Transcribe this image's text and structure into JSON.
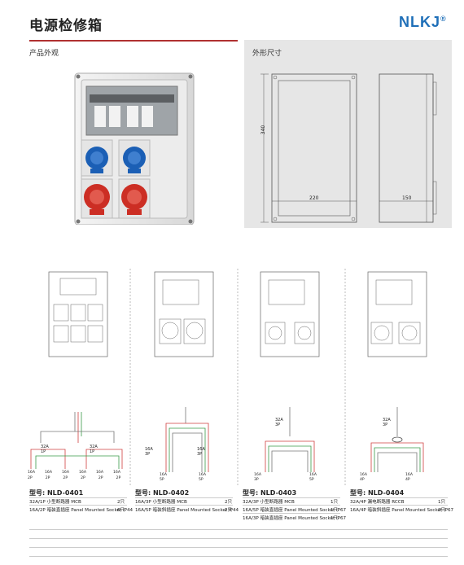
{
  "header": {
    "title": "电源检修箱",
    "logo_text": "NLKJ",
    "logo_mark": "®"
  },
  "sections": {
    "appearance": "产品外观",
    "dimensions": "外形尺寸"
  },
  "dimensions": {
    "height": "340",
    "width": "220",
    "depth": "150"
  },
  "colors": {
    "accent_rule": "#b03030",
    "logo": "#1f6fb8",
    "dim_bg": "#e6e6e6",
    "wire_red": "#d04040",
    "wire_green": "#3a9a4a",
    "wire_gray": "#777777"
  },
  "models": [
    {
      "id": "NLD-0401",
      "label": "型号: NLD-0401",
      "rows": [
        {
          "text": "32A/1P 小型断路器 MCB",
          "qty": "2只"
        },
        {
          "text": "16A/2P 暗装直插座 Panel Mounted Socket IP44",
          "qty": "6只"
        }
      ],
      "wiring": {
        "breaker_left": [
          "32A",
          "1P"
        ],
        "breaker_right": [
          "32A",
          "1P"
        ],
        "sockets": [
          "16A",
          "16A",
          "16A",
          "16A",
          "16A",
          "16A"
        ],
        "poles": [
          "2P",
          "2P",
          "2P",
          "2P",
          "2P",
          "2P"
        ]
      }
    },
    {
      "id": "NLD-0402",
      "label": "型号: NLD-0402",
      "rows": [
        {
          "text": "16A/3P 小型断路器 MCB",
          "qty": "2只"
        },
        {
          "text": "16A/5P 暗装斜插座 Panel Mounted Socket IP44",
          "qty": "2只"
        }
      ],
      "wiring": {
        "breaker_left": [
          "16A",
          "3P"
        ],
        "breaker_right": [
          "16A",
          "3P"
        ],
        "sockets": [
          "16A",
          "16A"
        ],
        "poles": [
          "5P",
          "5P"
        ]
      }
    },
    {
      "id": "NLD-0403",
      "label": "型号: NLD-0403",
      "rows": [
        {
          "text": "32A/3P 小型断路器 MCB",
          "qty": "1只"
        },
        {
          "text": "16A/5P 暗装直插座 Panel Mounted Socket IP67",
          "qty": "1只"
        },
        {
          "text": "16A/3P 暗装直插座 Panel Mounted Socket IP67",
          "qty": "1只"
        }
      ],
      "wiring": {
        "breaker_main": [
          "32A",
          "3P"
        ],
        "sockets": [
          "16A",
          "16A"
        ],
        "poles": [
          "3P",
          "5P"
        ]
      }
    },
    {
      "id": "NLD-0404",
      "label": "型号: NLD-0404",
      "rows": [
        {
          "text": "32A/4P 漏电断路器 RCCB",
          "qty": "1只"
        },
        {
          "text": "16A/4P 暗装斜插座 Panel Mounted Socket IP67",
          "qty": "2只"
        }
      ],
      "wiring": {
        "breaker_main": [
          "32A",
          "3P"
        ],
        "sockets": [
          "16A",
          "16A"
        ],
        "poles": [
          "4P",
          "4P"
        ]
      }
    }
  ]
}
